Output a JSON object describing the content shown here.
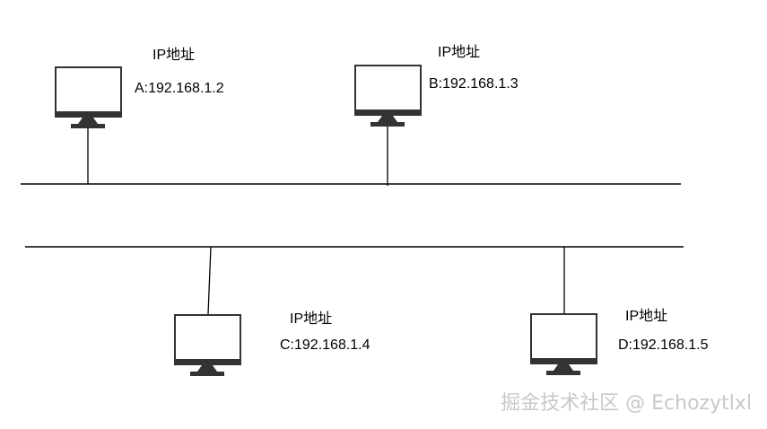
{
  "hosts": [
    {
      "id": "A",
      "heading": "IP地址",
      "address": "A:192.168.1.2"
    },
    {
      "id": "B",
      "heading": "IP地址",
      "address": "B:192.168.1.3"
    },
    {
      "id": "C",
      "heading": "IP地址",
      "address": "C:192.168.1.4"
    },
    {
      "id": "D",
      "heading": "IP地址",
      "address": "D:192.168.1.5"
    }
  ],
  "watermark": "掘金技术社区 @ Echozytlxl",
  "colors": {
    "line": "#000000",
    "monitor_frame": "#333333",
    "monitor_screen": "#ffffff",
    "watermark": "#c8c8c8"
  }
}
